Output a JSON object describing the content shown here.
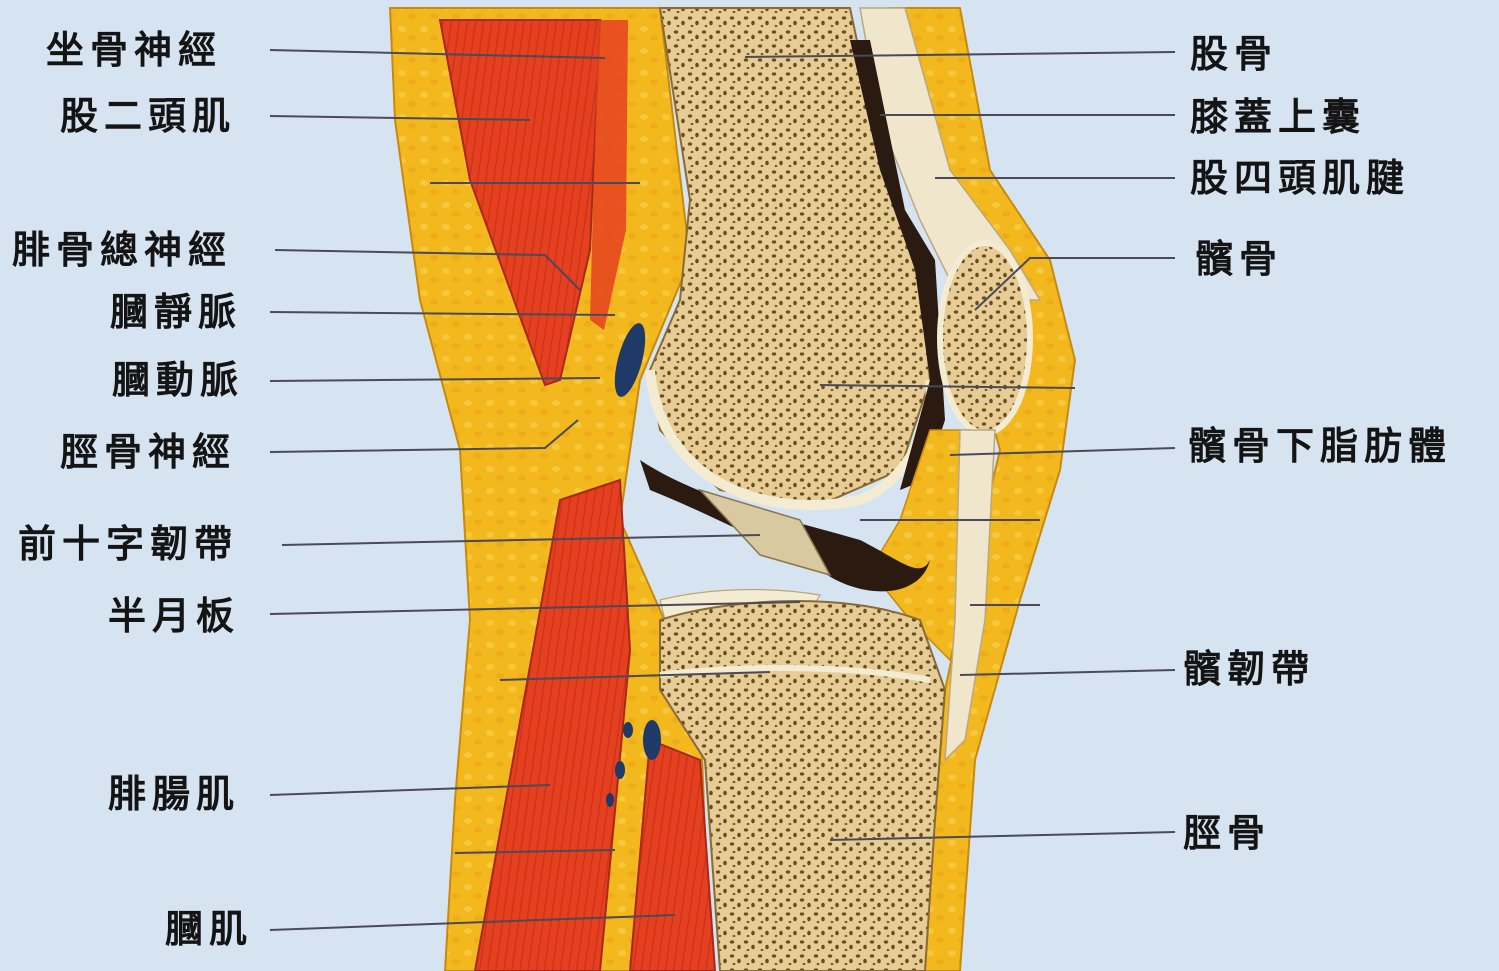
{
  "diagram": {
    "labels_left": [
      {
        "id": "sciatic-nerve",
        "text": "坐骨神經"
      },
      {
        "id": "biceps-femoris",
        "text": "股二頭肌"
      },
      {
        "id": "common-peroneal-nerve",
        "text": "腓骨總神經"
      },
      {
        "id": "popliteal-vein",
        "text": "膕靜脈"
      },
      {
        "id": "popliteal-artery",
        "text": "膕動脈"
      },
      {
        "id": "tibial-nerve",
        "text": "脛骨神經"
      },
      {
        "id": "acl",
        "text": "前十字韌帶"
      },
      {
        "id": "meniscus",
        "text": "半月板"
      },
      {
        "id": "gastrocnemius",
        "text": "腓腸肌"
      },
      {
        "id": "popliteus",
        "text": "膕肌"
      }
    ],
    "labels_right": [
      {
        "id": "femur",
        "text": "股骨"
      },
      {
        "id": "suprapatellar-bursa",
        "text": "膝蓋上囊"
      },
      {
        "id": "quadriceps-tendon",
        "text": "股四頭肌腱"
      },
      {
        "id": "patella",
        "text": "髕骨"
      },
      {
        "id": "infrapatellar-fat-pad",
        "text": "髕骨下脂肪體"
      },
      {
        "id": "patellar-ligament",
        "text": "髕韌帶"
      },
      {
        "id": "tibia",
        "text": "脛骨"
      }
    ]
  },
  "colors": {
    "background": "#d6e4f2",
    "fat": "#f2b81e",
    "muscle": "#e5401f",
    "bone": "#e6cc95",
    "bone_pores": "#6b4a1f",
    "cartilage": "#f3ecd2",
    "vein": "#1f3a66",
    "leader_line": "#4a4a5a",
    "text": "#141414"
  }
}
